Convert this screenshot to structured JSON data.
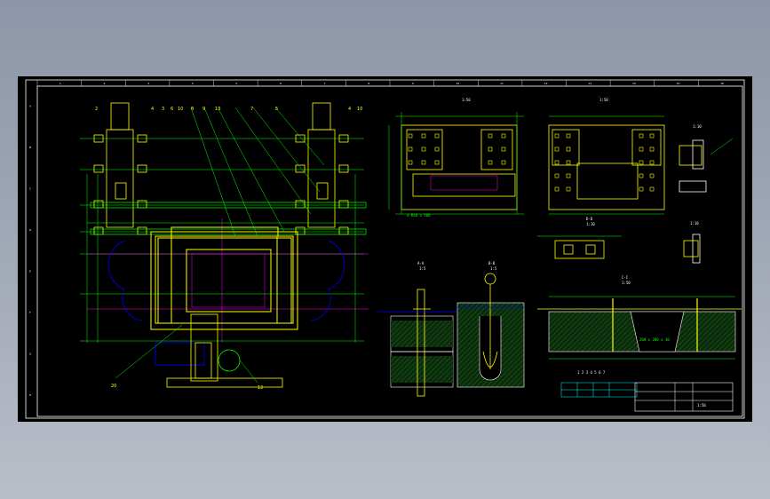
{
  "drawing": {
    "colors": {
      "background": "#000000",
      "frame": "#ffffff",
      "outline": "#ffff00",
      "dimension": "#00ff00",
      "hidden": "#0000ff",
      "center": "#ff00ff",
      "annotation": "#00ffff",
      "section": "#ffffff"
    },
    "grid_top": [
      "1",
      "2",
      "3",
      "4",
      "5",
      "6",
      "7",
      "8",
      "9",
      "10",
      "11",
      "12",
      "13",
      "14",
      "15",
      "16"
    ],
    "grid_side": [
      "A",
      "B",
      "C",
      "D",
      "E",
      "F",
      "G",
      "H"
    ],
    "section_labels": {
      "top_view_mid": "1:50",
      "top_view_right": "1:50",
      "detail_small": "1:10",
      "detail_small_2": "1:10",
      "section_aa": "A-A",
      "section_aa_scale": "1:5",
      "section_bb": "B-B",
      "section_bb_scale": "1:5",
      "section_cc": "C-C",
      "section_cc_scale": "1:50",
      "section_dd": "D-D",
      "section_dd_scale": "1:10"
    },
    "notes": {
      "bottom_note": "200 x 200 x 10",
      "mid_note": "4-M20 x 500",
      "small_table_header": "1 2 3 4 5 6 7"
    },
    "title_block": {
      "row1": "",
      "row2": "",
      "label": "1:50"
    }
  }
}
